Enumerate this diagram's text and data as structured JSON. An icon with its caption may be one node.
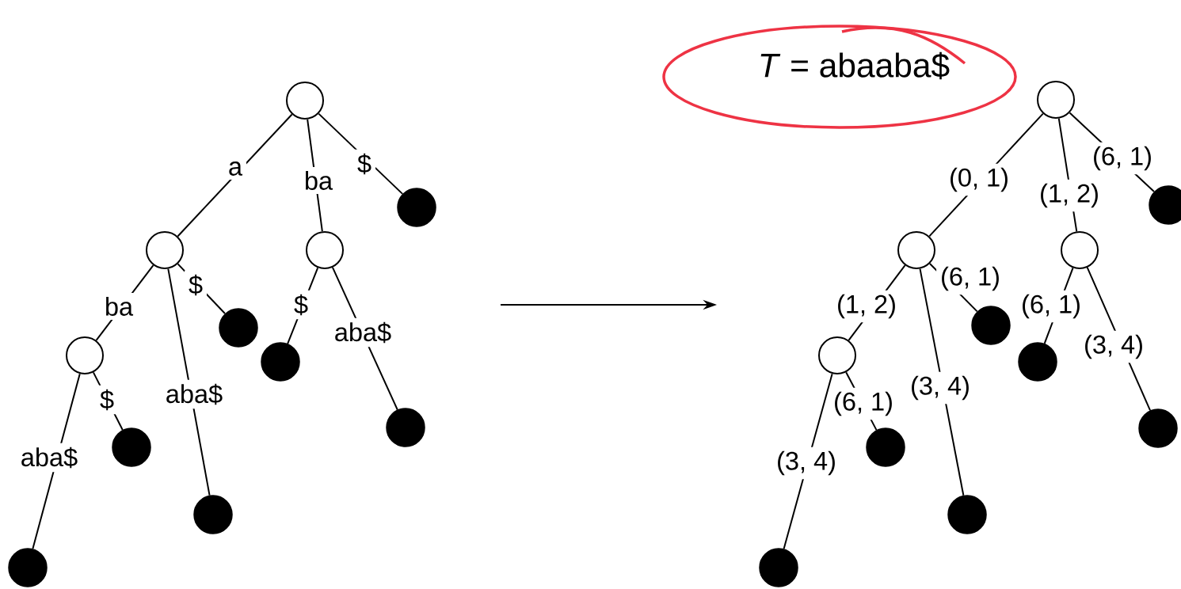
{
  "diagram": {
    "nodes": [
      {
        "text": [],
        "shape": "circle"
      },
      {
        "text": [],
        "shape": "circle"
      },
      {
        "text": [],
        "shape": "circle"
      },
      {
        "text": [],
        "shape": "dot"
      },
      {
        "text": [],
        "shape": "circle"
      },
      {
        "text": [],
        "shape": "dot"
      },
      {
        "text": [],
        "shape": "dot"
      },
      {
        "text": [],
        "shape": "dot"
      },
      {
        "text": [],
        "shape": "dot"
      },
      {
        "text": [],
        "shape": "dot"
      },
      {
        "text": [],
        "shape": "dot"
      },
      {
        "text": [],
        "shape": "circle"
      },
      {
        "text": [],
        "shape": "circle"
      },
      {
        "text": [],
        "shape": "circle"
      },
      {
        "text": [],
        "shape": "dot"
      },
      {
        "text": [],
        "shape": "circle"
      },
      {
        "text": [],
        "shape": "dot"
      },
      {
        "text": [],
        "shape": "dot"
      },
      {
        "text": [],
        "shape": "dot"
      },
      {
        "text": [],
        "shape": "dot"
      },
      {
        "text": [],
        "shape": "dot"
      },
      {
        "text": [],
        "shape": "dot"
      },
      {
        "text": [
          "*T* = abaaba$"
        ]
      }
    ],
    "edges": [
      {
        "from": 0,
        "to": 1,
        "arrow": "none",
        "label": "a"
      },
      {
        "from": 0,
        "to": 2,
        "arrow": "none",
        "label": "ba"
      },
      {
        "from": 0,
        "to": 3,
        "arrow": "none",
        "label": "$"
      },
      {
        "from": 1,
        "to": 4,
        "arrow": "none",
        "label": "ba"
      },
      {
        "from": 1,
        "to": 6,
        "arrow": "none",
        "label": "aba$"
      },
      {
        "from": 1,
        "to": 5,
        "arrow": "none",
        "label": "$"
      },
      {
        "from": 2,
        "to": 7,
        "arrow": "none",
        "label": "$"
      },
      {
        "from": 2,
        "to": 8,
        "arrow": "none",
        "label": "aba$"
      },
      {
        "from": 4,
        "to": 9,
        "arrow": "none",
        "label": "aba$"
      },
      {
        "from": 4,
        "to": 10,
        "arrow": "none",
        "label": "$"
      },
      {
        "from": 11,
        "to": 12,
        "arrow": "none",
        "label": "(0, 1)"
      },
      {
        "from": 11,
        "to": 13,
        "arrow": "none",
        "label": "(1, 2)"
      },
      {
        "from": 11,
        "to": 14,
        "arrow": "none",
        "label": "(6, 1)"
      },
      {
        "from": 12,
        "to": 15,
        "arrow": "none",
        "label": "(1, 2)"
      },
      {
        "from": 12,
        "to": 17,
        "arrow": "none",
        "label": "(3, 4)"
      },
      {
        "from": 12,
        "to": 16,
        "arrow": "none",
        "label": "(6, 1)"
      },
      {
        "from": 13,
        "to": 18,
        "arrow": "none",
        "label": "(6, 1)"
      },
      {
        "from": 13,
        "to": 19,
        "arrow": "none",
        "label": "(3, 4)"
      },
      {
        "from": 15,
        "to": 20,
        "arrow": "none",
        "label": "(3, 4)"
      },
      {
        "from": 15,
        "to": 21,
        "arrow": "none",
        "label": "(6, 1)"
      }
    ]
  }
}
